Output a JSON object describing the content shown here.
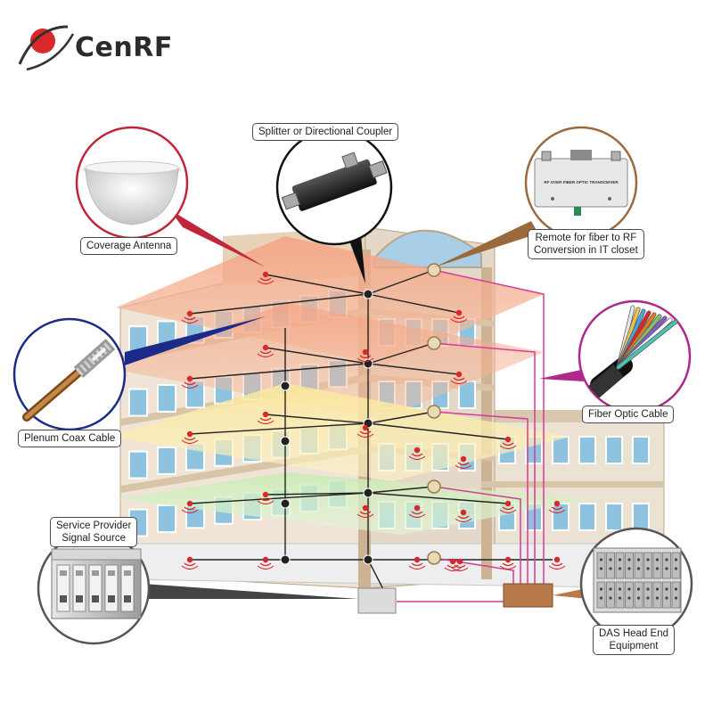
{
  "brand": {
    "name": "CenRF",
    "color_red": "#d9272a",
    "color_text": "#2b2b2b"
  },
  "callouts": {
    "coverage_antenna": "Coverage Antenna",
    "splitter": "Splitter or Directional Coupler",
    "remote_line1": "Remote for fiber to RF",
    "remote_line2": "Conversion in IT closet",
    "fiber_optic": "Fiber Optic Cable",
    "plenum_coax": "Plenum Coax Cable",
    "service_provider_line1": "Service Provider",
    "service_provider_line2": "Signal Source",
    "das_line1": "DAS Head End",
    "das_line2": "Equipment"
  },
  "device_labels": {
    "remote_title": "RF OVER FIBER OPTIC TRANSCEIVER"
  },
  "colors": {
    "coverage_zone_red": "#f08a6a",
    "coverage_zone_yellow": "#f8e08a",
    "coverage_zone_green": "#bfe6a8",
    "fiber_pink": "#d63a9a",
    "coax_black": "#222222",
    "building_beige": "#e9d3b8",
    "window_blue": "#8ec3e0",
    "callout_pointer_red": "#c0263a",
    "callout_pointer_brown": "#9a6a3c",
    "callout_pointer_blue": "#1b2b8a",
    "callout_pointer_magenta": "#b0288a"
  }
}
